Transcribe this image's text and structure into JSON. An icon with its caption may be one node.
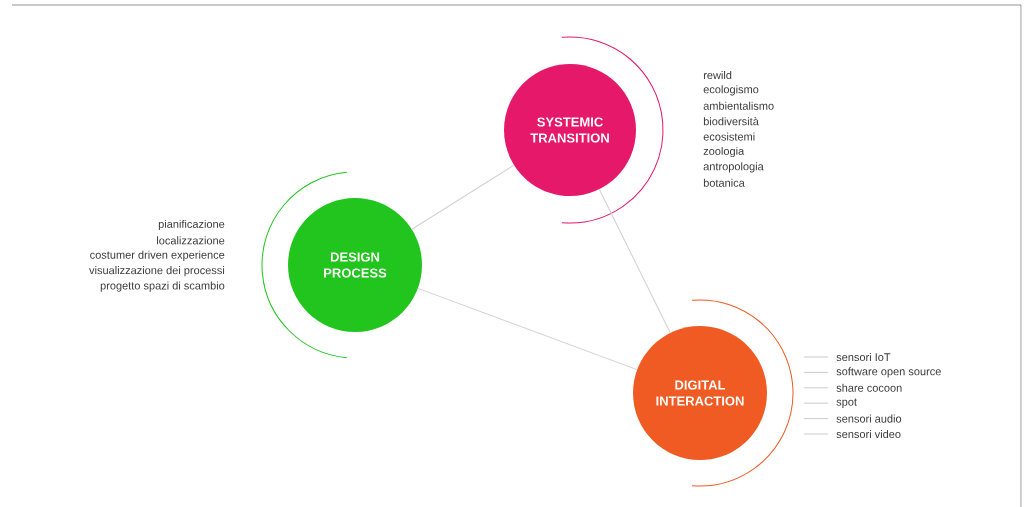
{
  "diagram": {
    "nodes": [
      {
        "text": [
          "SYSTEMIC TRANSITION"
        ],
        "beside": [
          "rewild",
          "ecologismo",
          "ambientalismo",
          "biodiversità",
          "ecosistemi",
          "zoologia",
          "antropologia",
          "botanica"
        ]
      },
      {
        "text": [
          "DESIGN PROCESS"
        ],
        "beside": [
          "pianificazione",
          "localizzazione",
          "costumer driven experience",
          "visualizzazione dei processi",
          "progetto spazi di scambio"
        ]
      },
      {
        "text": [
          "DIGITAL INTERACTION"
        ],
        "beside": [
          "sensori IoT",
          "software open source",
          "share cocoon",
          "spot",
          "sensori audio",
          "sensori video"
        ]
      }
    ],
    "edges": [
      {
        "from": 1,
        "to": 0,
        "arrow": "none"
      },
      {
        "from": 0,
        "to": 2,
        "arrow": "none"
      },
      {
        "from": 1,
        "to": 2,
        "arrow": "none"
      }
    ]
  }
}
